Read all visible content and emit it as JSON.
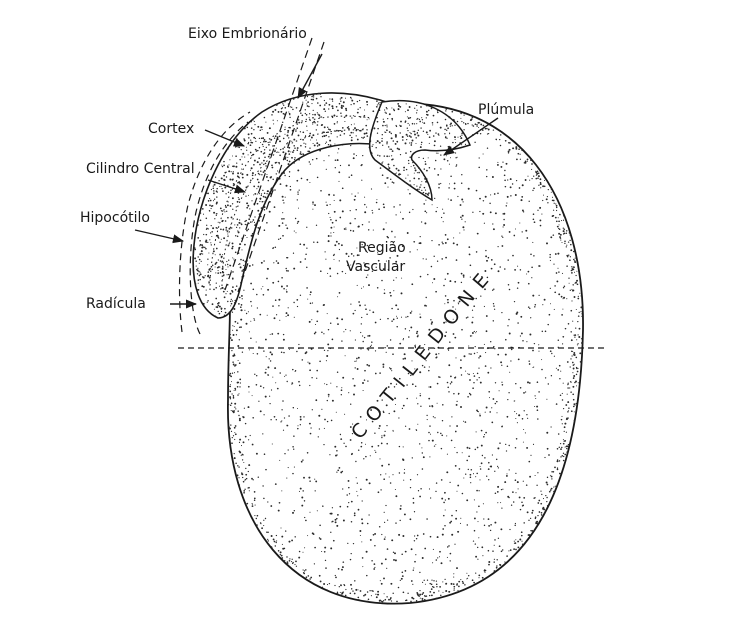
{
  "labels": {
    "eixo_embrionario": "Eixo Embrionário",
    "plumula": "Plúmula",
    "cortex": "Cortex",
    "cilindro_central": "Cilindro Central",
    "hipocotilo": "Hipocótilo",
    "radicula": "Radícula",
    "regiao": "Região",
    "vascular": "Vascular",
    "cotiledone": "COTILÉDONE"
  },
  "colors": {
    "ink": "#1a1a1a",
    "stipple": "#2a2a2a",
    "background": "#ffffff"
  }
}
